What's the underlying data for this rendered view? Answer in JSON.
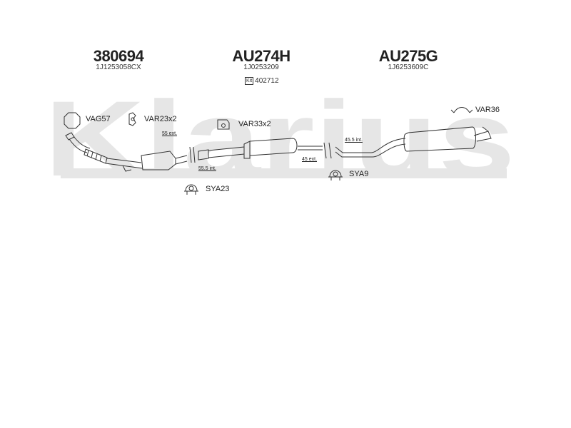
{
  "watermark": "Klarius",
  "colors": {
    "watermark": "#e6e6e6",
    "line": "#333333"
  },
  "parts": [
    {
      "number": "380694",
      "oe": "1J1253058CX"
    },
    {
      "number": "AU274H",
      "oe": "1J0253209"
    },
    {
      "number": "AU275G",
      "oe": "1J6253609C"
    }
  ],
  "kit": {
    "icon_text": "Kit",
    "code": "402712"
  },
  "fittings": {
    "vag57": "VAG57",
    "var23": "VAR23x2",
    "var33": "VAR33x2",
    "var36": "VAR36",
    "sya23": "SYA23",
    "sya9": "SYA9"
  },
  "dimensions": {
    "d55ext": "55 ext.",
    "d555int": "55.5 int.",
    "d45ext": "45 ext.",
    "d455int": "45.5 int."
  }
}
